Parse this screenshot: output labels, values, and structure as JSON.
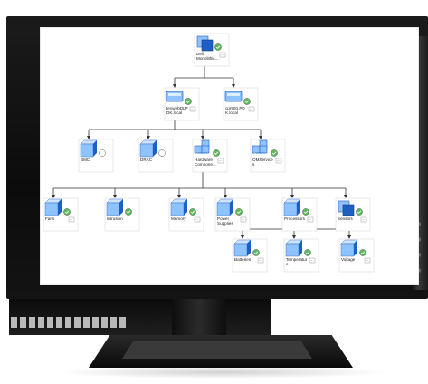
{
  "diagram": {
    "nodes": [
      {
        "id": "root",
        "label_lines": [
          "Dell",
          "Monolithic..."
        ],
        "icon": "server-group-icon",
        "status": "ok",
        "has_menu": true
      },
      {
        "id": "server1",
        "label_lines": [
          "tenwebDLP",
          "DK.local"
        ],
        "icon": "server-icon",
        "status": "ok",
        "has_menu": true
      },
      {
        "id": "server2",
        "label_lines": [
          "cpr900.PD",
          "K.local"
        ],
        "icon": "server-icon",
        "status": "ok",
        "has_menu": true
      },
      {
        "id": "bmc",
        "label_lines": [
          "BMC"
        ],
        "icon": "cube-icon",
        "status": "unknown",
        "has_menu": false
      },
      {
        "id": "drac",
        "label_lines": [
          "DRAC"
        ],
        "icon": "cube-icon",
        "status": "unknown",
        "has_menu": false
      },
      {
        "id": "hardware",
        "label_lines": [
          "Hardware",
          "Compone..."
        ],
        "icon": "components-icon",
        "status": "ok",
        "has_menu": true
      },
      {
        "id": "omservices",
        "label_lines": [
          "OMService",
          "s"
        ],
        "icon": "services-icon",
        "status": "ok",
        "has_menu": true
      },
      {
        "id": "fans",
        "label_lines": [
          "Fans"
        ],
        "icon": "cube-icon",
        "status": "ok",
        "has_menu": true
      },
      {
        "id": "intrusion",
        "label_lines": [
          "Intrusion"
        ],
        "icon": "cube-icon",
        "status": "ok",
        "has_menu": false
      },
      {
        "id": "memory",
        "label_lines": [
          "Memory"
        ],
        "icon": "cube-icon",
        "status": "ok",
        "has_menu": true
      },
      {
        "id": "power",
        "label_lines": [
          "Power",
          "Supplies"
        ],
        "icon": "cube-icon",
        "status": "ok",
        "has_menu": true
      },
      {
        "id": "processors",
        "label_lines": [
          "Processors"
        ],
        "icon": "cube-icon",
        "status": "ok",
        "has_menu": true
      },
      {
        "id": "sensors",
        "label_lines": [
          "Sensors"
        ],
        "icon": "cube-group-icon",
        "status": "ok",
        "has_menu": true
      },
      {
        "id": "batteries",
        "label_lines": [
          "Batteries"
        ],
        "icon": "cube-icon",
        "status": "ok",
        "has_menu": true
      },
      {
        "id": "temperature",
        "label_lines": [
          "Temperatur",
          "e"
        ],
        "icon": "cube-icon",
        "status": "ok",
        "has_menu": true
      },
      {
        "id": "voltage",
        "label_lines": [
          "Voltage"
        ],
        "icon": "cube-icon",
        "status": "ok",
        "has_menu": true
      }
    ],
    "menu_glyph": "···",
    "colors": {
      "ok": "#5cb85c",
      "unknown": "#ffffff",
      "cube_light": "#8fc3ff",
      "cube_dark": "#1f5fc4"
    }
  },
  "monitor": {
    "vent_count": 13,
    "led_count": 4
  }
}
